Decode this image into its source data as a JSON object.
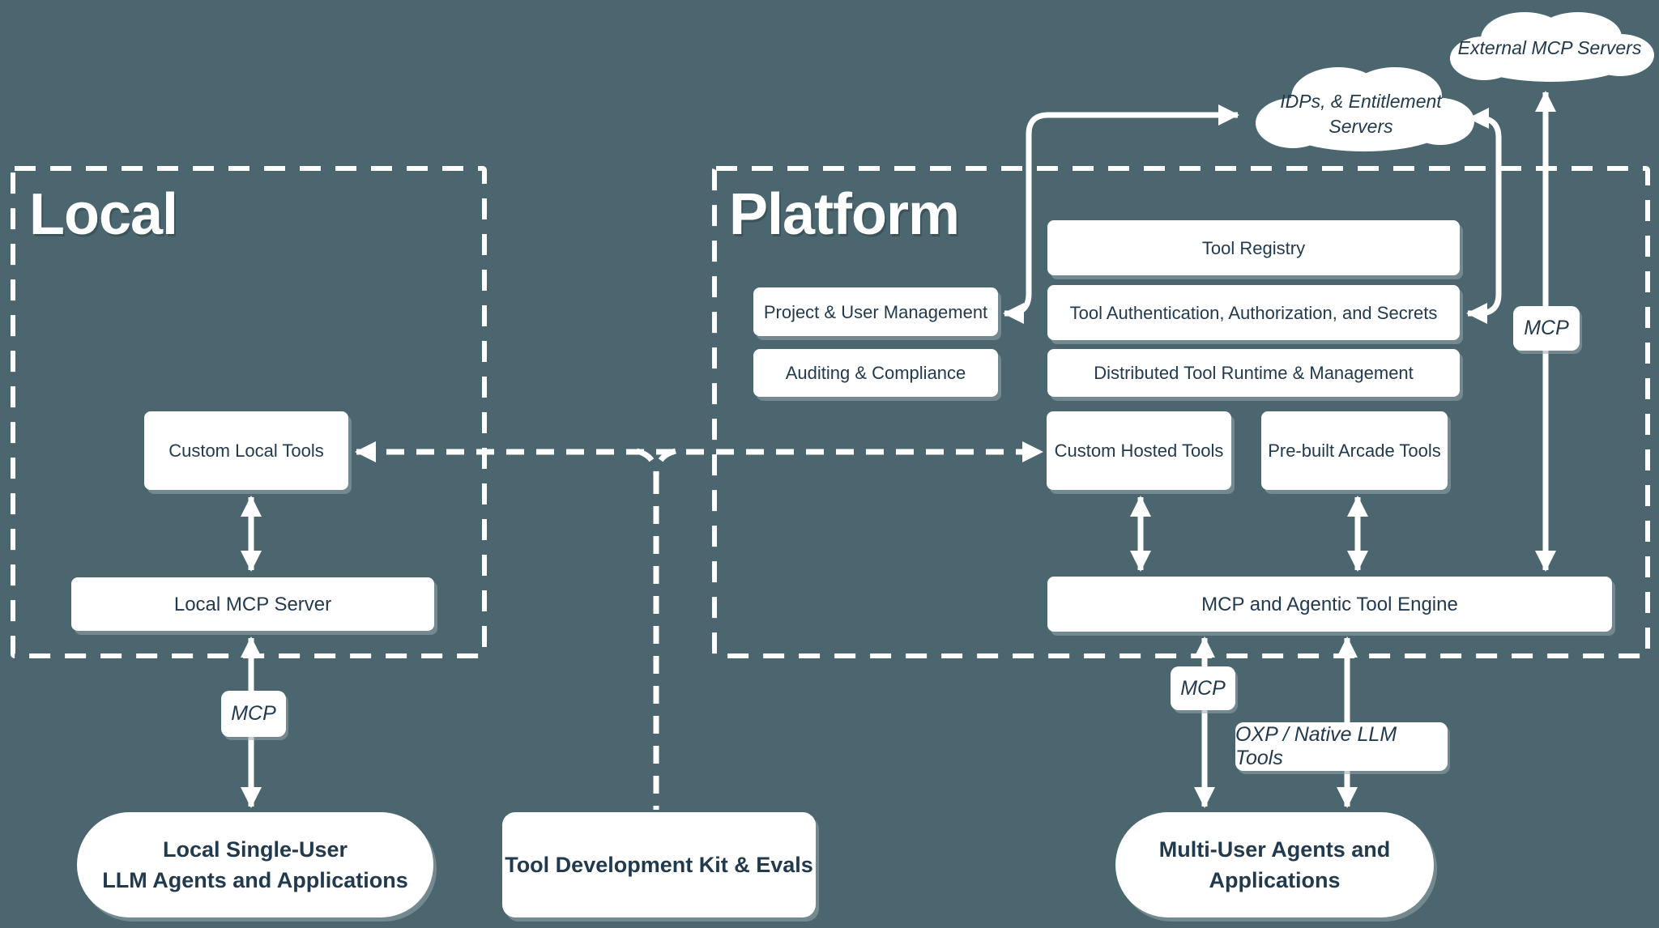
{
  "colors": {
    "background": "#4b666e",
    "node_fill": "#ffffff",
    "text": "#223a4d",
    "line": "#ffffff"
  },
  "regions": {
    "local": {
      "title": "Local"
    },
    "platform": {
      "title": "Platform"
    }
  },
  "clouds": {
    "external": {
      "label": "External MCP Servers"
    },
    "idps": {
      "line1": "IDPs, & Entitlement",
      "line2": "Servers"
    }
  },
  "local_nodes": {
    "custom_local_tools": {
      "label": "Custom Local Tools"
    },
    "local_mcp_server": {
      "label": "Local MCP Server"
    }
  },
  "platform_nodes": {
    "tool_registry": {
      "label": "Tool Registry"
    },
    "project_user_management": {
      "label": "Project & User Management"
    },
    "tool_authentication": {
      "label": "Tool Authentication, Authorization, and Secrets"
    },
    "auditing_compliance": {
      "label": "Auditing & Compliance"
    },
    "distributed_runtime": {
      "label": "Distributed Tool Runtime & Management"
    },
    "custom_hosted_tools": {
      "label": "Custom Hosted Tools"
    },
    "prebuilt_arcade_tools": {
      "label": "Pre-built Arcade Tools"
    },
    "mcp_engine": {
      "label": "MCP and Agentic Tool Engine"
    }
  },
  "bottom_nodes": {
    "local_agents": {
      "line1": "Local Single-User",
      "line2": "LLM Agents and Applications"
    },
    "tool_dev_kit": {
      "label": "Tool Development Kit & Evals"
    },
    "multi_user_agents": {
      "line1": "Multi-User Agents and",
      "line2": "Applications"
    }
  },
  "edge_labels": {
    "mcp_local": "MCP",
    "mcp_external": "MCP",
    "mcp_engine_down": "MCP",
    "oxp": "OXP / Native LLM Tools"
  }
}
